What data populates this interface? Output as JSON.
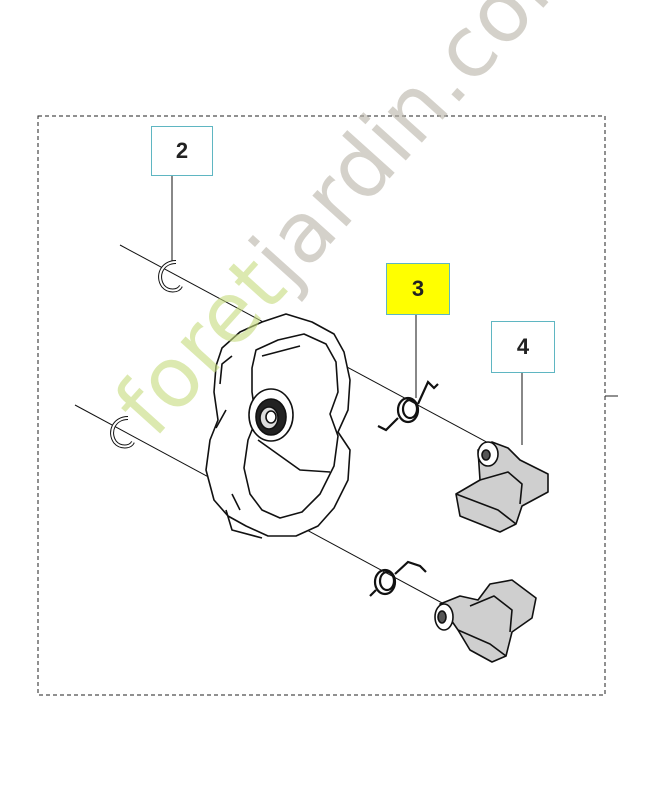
{
  "callouts": [
    {
      "label": "2"
    },
    {
      "label": "3"
    },
    {
      "label": "4"
    }
  ],
  "watermark": {
    "part1": "foret",
    "part2": "jardin",
    "part3": ".com"
  },
  "colors": {
    "callout_border": "#5fb6c2",
    "highlight": "#ffff00",
    "line": "#111111",
    "watermark_green": "#c5dc7c",
    "watermark_grey": "#b9b4a8"
  }
}
